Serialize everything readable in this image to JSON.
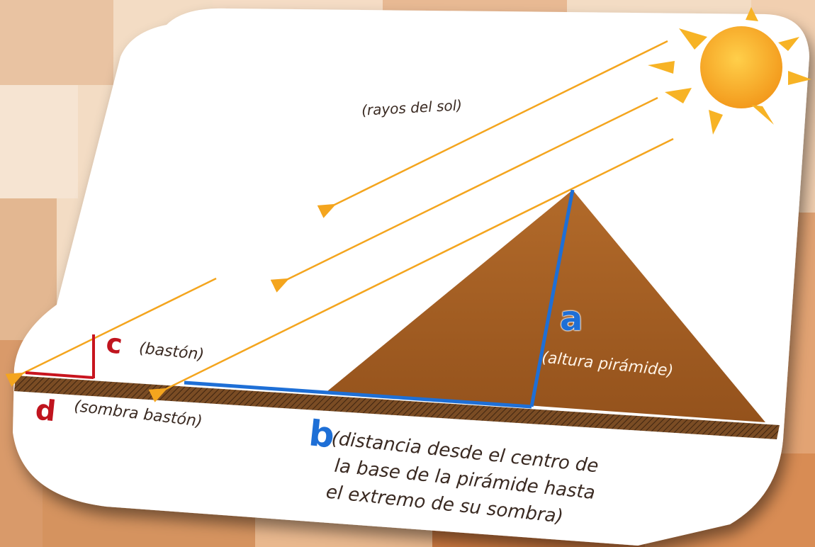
{
  "labels": {
    "rays": "(rayos del sol)",
    "a_letter": "a",
    "a_desc": "(altura pirámide)",
    "b_letter": "b",
    "b_desc_line1": "(distancia desde el centro de",
    "b_desc_line2": "la base de la pirámide hasta",
    "b_desc_line3": "el extremo de su sombra)",
    "c_letter": "c",
    "c_desc": "(bastón)",
    "d_letter": "d",
    "d_desc": "(sombra bastón)"
  },
  "colors": {
    "ray": "#f4a51e",
    "sun": "#f6a623",
    "pyramid": "#a55e22",
    "ground": "#6b4220",
    "measure_blue": "#1e6fd6",
    "stick_red": "#c8141e"
  },
  "icons": [
    "sun-icon",
    "pyramid-shape",
    "stick-shape"
  ]
}
